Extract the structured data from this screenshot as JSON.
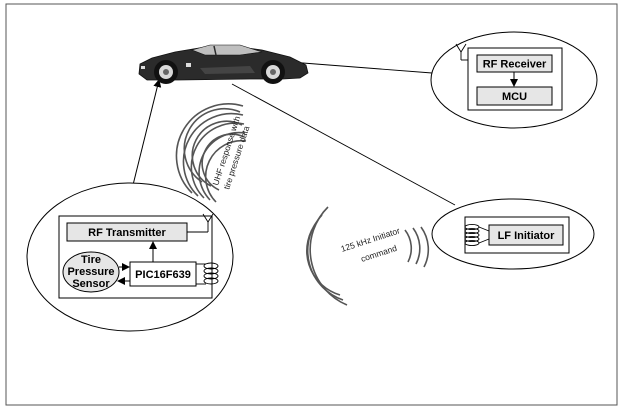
{
  "receiver": {
    "rf_receiver_label": "RF Receiver",
    "mcu_label": "MCU"
  },
  "transmitter": {
    "rf_transmitter_label": "RF Transmitter",
    "sensor_label_line1": "Tire",
    "sensor_label_line2": "Pressure",
    "sensor_label_line3": "Sensor",
    "pic_label": "PIC16F639"
  },
  "initiator": {
    "lf_initiator_label": "LF Initiator"
  },
  "annotations": {
    "uhf_line1": "UHF response with",
    "uhf_line2": "tire pressure data",
    "lf_line1": "125 kHz Initiator",
    "lf_line2": "command"
  },
  "colors": {
    "car_body": "#2b2b2b",
    "block_fill": "#e6e6e6",
    "line": "#000000",
    "wave": "#555555"
  },
  "icons": {
    "antenna": "antenna-icon",
    "coil": "coil-icon",
    "car": "car-icon"
  }
}
